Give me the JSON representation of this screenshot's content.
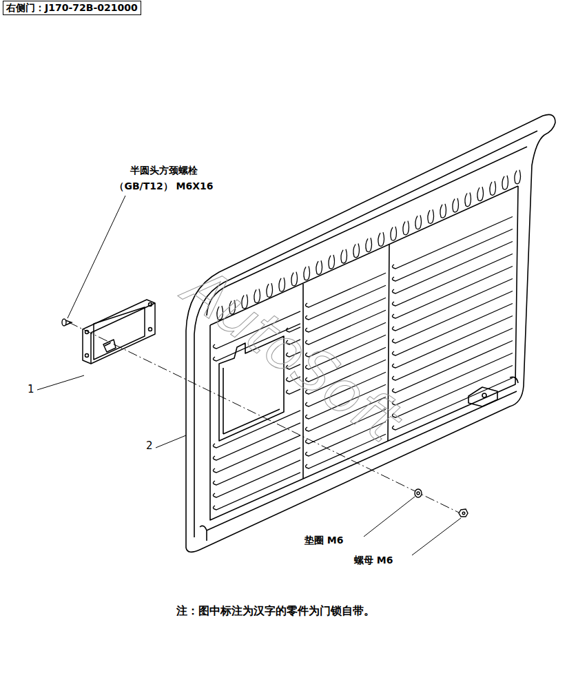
{
  "diagram": {
    "title": "右侧门：J170-72B-021000",
    "caption": "注：图中标注为汉字的零件为门锁自带。",
    "labels": [
      "半圆头方颈螺栓 （GB/T12） M6X16",
      "1",
      "2",
      "垫圈 M6",
      "螺母 M6",
      "AutoSoft"
    ]
  }
}
